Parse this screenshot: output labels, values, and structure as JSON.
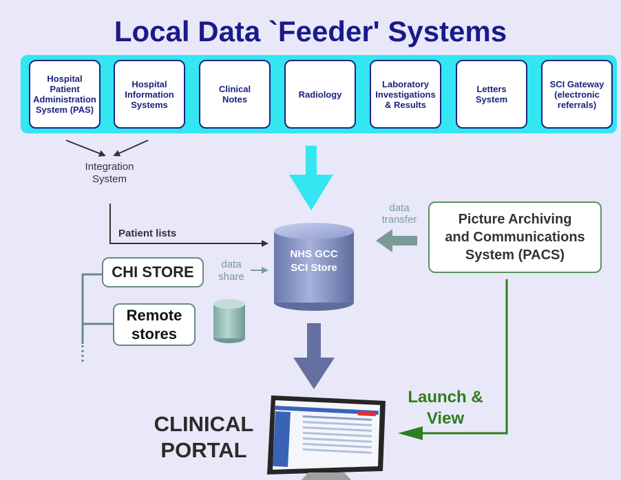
{
  "title": "Local Data `Feeder' Systems",
  "feeders": [
    "Hospital\nPatient\nAdministration\nSystem (PAS)",
    "Hospital\nInformation\nSystems",
    "Clinical\nNotes",
    "Radiology",
    "Laboratory\nInvestigations\n& Results",
    "Letters\nSystem",
    "SCI Gateway\n(electronic\nreferrals)"
  ],
  "integration": "Integration\nSystem",
  "patient_lists": "Patient lists",
  "store": "NHS GCC\nSCI Store",
  "chi_store": "CHI STORE",
  "data_share": "data\nshare",
  "remote_stores": "Remote\nstores",
  "pacs": "Picture Archiving\nand Communications\nSystem (PACS)",
  "data_transfer": "data\ntransfer",
  "launch_view": "Launch &\nView",
  "portal": "CLINICAL\nPORTAL",
  "colors": {
    "background": "#e8e8f8",
    "title": "#1a1a8c",
    "feeder_band": "#33e6f2",
    "feeder_border": "#1a237e",
    "cyan_arrow": "#33e6f2",
    "store_arrow": "#6470a0",
    "pacs_border": "#5a9060",
    "launch_green": "#2e7d1e",
    "muted_text": "#7a9a98",
    "connector": "#6a8888"
  }
}
